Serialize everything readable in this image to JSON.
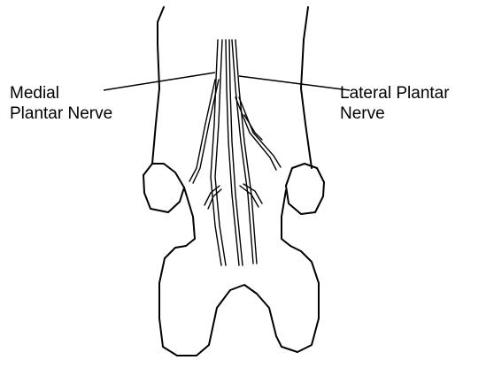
{
  "labels": {
    "medial": {
      "line1": "Medial",
      "line2": "Plantar Nerve"
    },
    "lateral": {
      "line1": "Lateral Plantar",
      "line2": "Nerve"
    }
  },
  "colors": {
    "stroke": "#000000",
    "background": "#ffffff"
  }
}
